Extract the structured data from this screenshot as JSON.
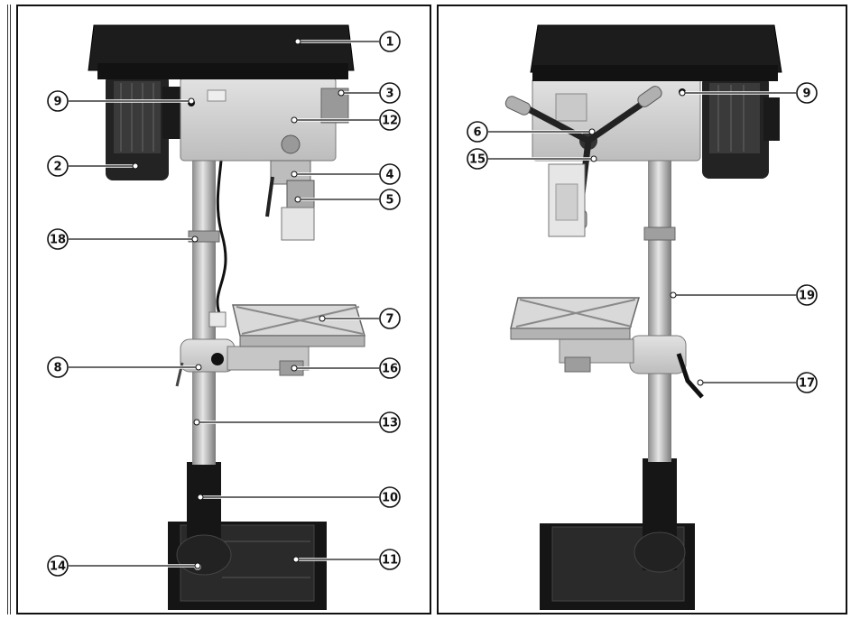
{
  "figure": {
    "left_view": {
      "callouts": [
        {
          "number": "1"
        },
        {
          "number": "2"
        },
        {
          "number": "3"
        },
        {
          "number": "4"
        },
        {
          "number": "5"
        },
        {
          "number": "7"
        },
        {
          "number": "8"
        },
        {
          "number": "9"
        },
        {
          "number": "10"
        },
        {
          "number": "11"
        },
        {
          "number": "12"
        },
        {
          "number": "13"
        },
        {
          "number": "14"
        },
        {
          "number": "16"
        },
        {
          "number": "18"
        }
      ]
    },
    "right_view": {
      "callouts": [
        {
          "number": "6"
        },
        {
          "number": "9"
        },
        {
          "number": "15"
        },
        {
          "number": "17"
        },
        {
          "number": "19"
        }
      ]
    },
    "colors": {
      "head_cover": "#1c1c1c",
      "body_grey": "#cfcfcf",
      "column": "#b9b9b9",
      "base": "#151515",
      "motor": "#232323"
    }
  }
}
